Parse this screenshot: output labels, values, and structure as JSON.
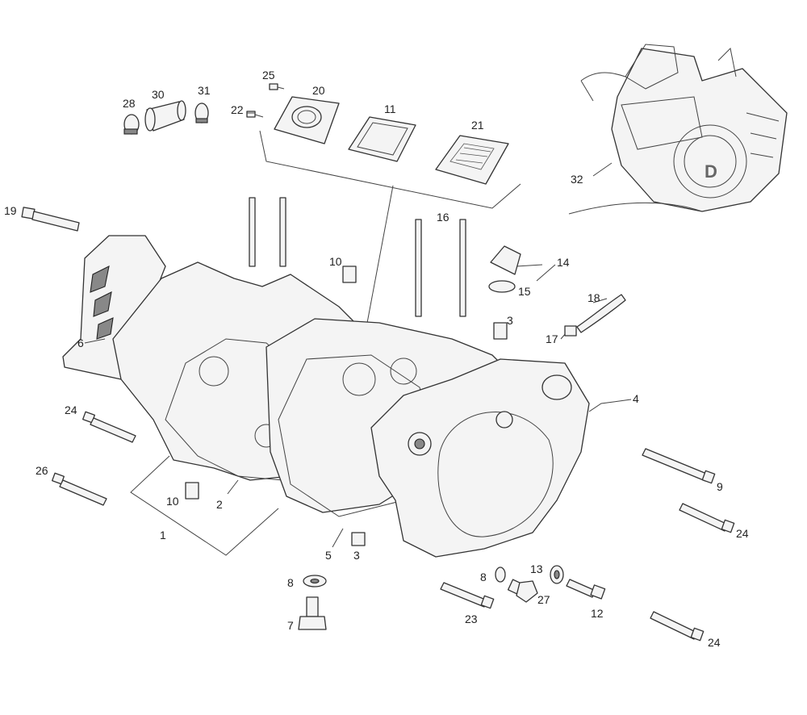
{
  "diagram": {
    "labels": {
      "p1": "1",
      "p2": "2",
      "p3a": "3",
      "p3b": "3",
      "p4": "4",
      "p5": "5",
      "p6": "6",
      "p7": "7",
      "p8a": "8",
      "p8b": "8",
      "p9": "9",
      "p10a": "10",
      "p10b": "10",
      "p11": "11",
      "p12": "12",
      "p13": "13",
      "p14": "14",
      "p15": "15",
      "p16": "16",
      "p17": "17",
      "p18": "18",
      "p19": "19",
      "p20": "20",
      "p21": "21",
      "p22": "22",
      "p23": "23",
      "p24a": "24",
      "p24b": "24",
      "p24c": "24",
      "p25": "25",
      "p26": "26",
      "p27": "27",
      "p28": "28",
      "p30": "30",
      "p31": "31",
      "p32": "32"
    },
    "logo_letter": "D"
  }
}
